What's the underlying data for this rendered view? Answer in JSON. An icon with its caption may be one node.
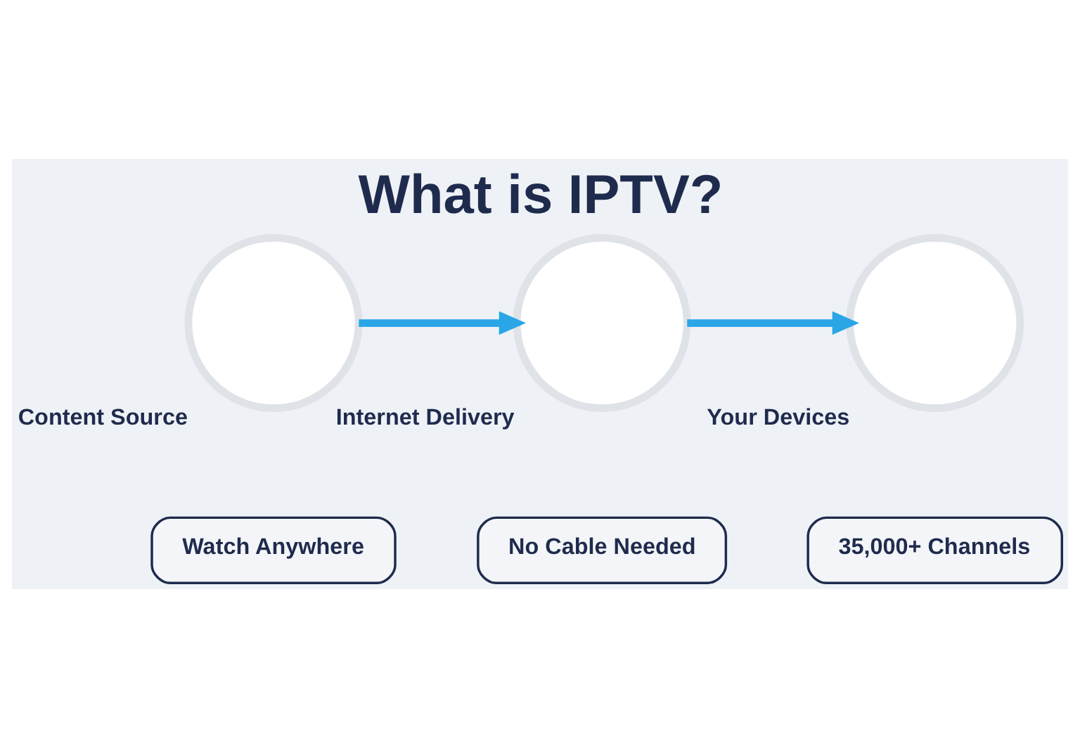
{
  "diagram": {
    "title": "What is IPTV?",
    "nodes": [
      {
        "text": [],
        "shape": "circle",
        "beside": [
          "Content Source"
        ]
      },
      {
        "text": [],
        "shape": "circle",
        "beside": [
          "Internet Delivery"
        ]
      },
      {
        "text": [],
        "shape": "circle",
        "beside": [
          "Your Devices"
        ]
      },
      {
        "text": [
          "Watch Anywhere"
        ]
      },
      {
        "text": [
          "No Cable Needed"
        ]
      },
      {
        "text": [
          "35,000+ Channels"
        ]
      }
    ],
    "edges": [
      {
        "from": 0,
        "to": 1,
        "arrow": "to"
      },
      {
        "from": 1,
        "to": 2,
        "arrow": "to"
      }
    ]
  }
}
